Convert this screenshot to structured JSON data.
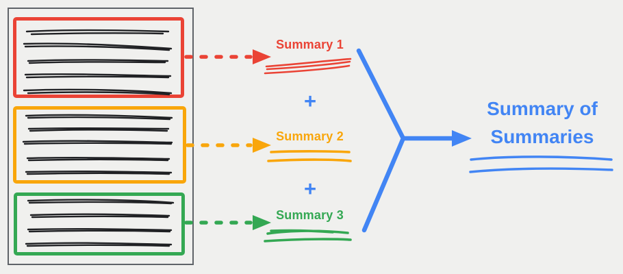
{
  "palette": {
    "background": "#f0f0ee",
    "red": "#ea4335",
    "orange": "#f9a60b",
    "green": "#34a853",
    "blue": "#4285f4",
    "ink": "#202124",
    "doc-border": "#5f6368"
  },
  "document": {
    "chunks": [
      {
        "name": "chunk-1",
        "color": "red",
        "scribble_text_lines": 5
      },
      {
        "name": "chunk-2",
        "color": "orange",
        "scribble_text_lines": 5
      },
      {
        "name": "chunk-3",
        "color": "green",
        "scribble_text_lines": 4
      }
    ]
  },
  "summaries": [
    {
      "label": "Summary 1",
      "color": "red"
    },
    {
      "label": "Summary 2",
      "color": "orange"
    },
    {
      "label": "Summary 3",
      "color": "green"
    }
  ],
  "operators": {
    "plus_1": "+",
    "plus_2": "+"
  },
  "result": {
    "label": "Summary of Summaries",
    "color": "blue"
  }
}
